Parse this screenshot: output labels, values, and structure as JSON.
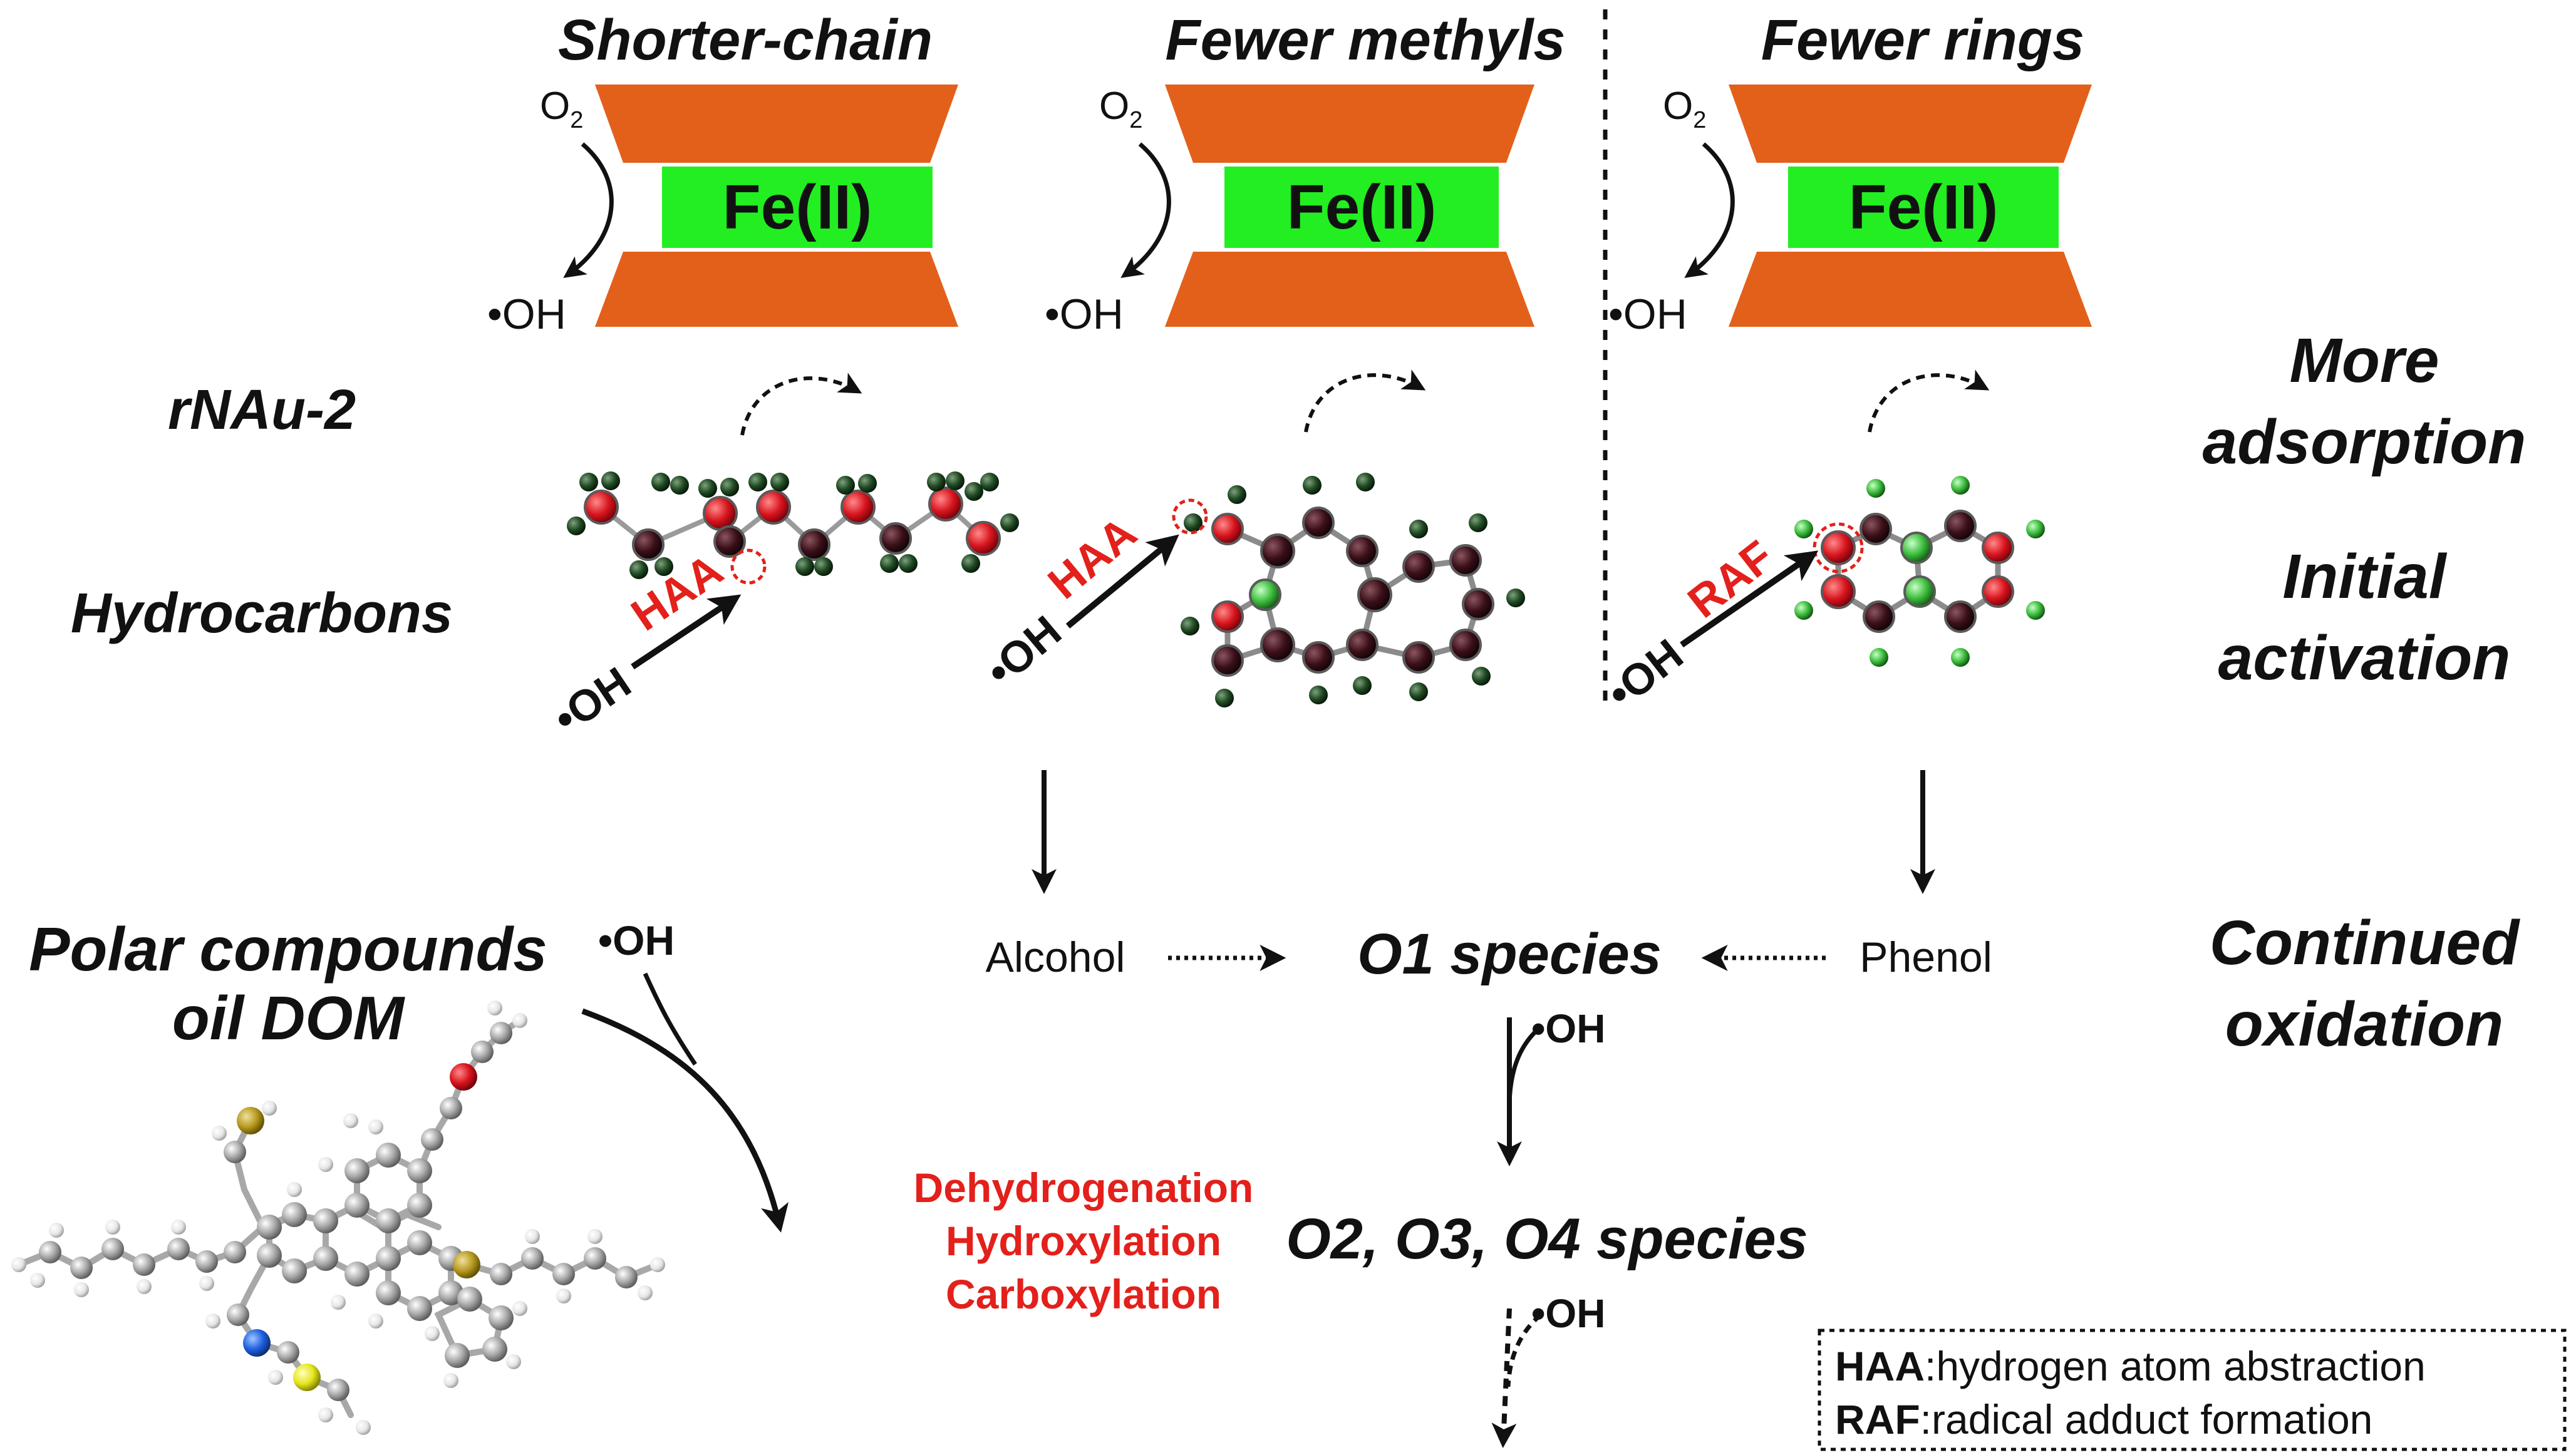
{
  "columns": [
    {
      "header": "Shorter-chain",
      "o2": "O",
      "o2_sub": "2",
      "fe": "Fe(II)",
      "oh": "•OH",
      "mechanism": "HAA",
      "attacker": "•OH"
    },
    {
      "header": "Fewer methyls",
      "o2": "O",
      "o2_sub": "2",
      "fe": "Fe(II)",
      "oh": "•OH",
      "mechanism": "HAA",
      "attacker": "•OH"
    },
    {
      "header": "Fewer rings",
      "o2": "O",
      "o2_sub": "2",
      "fe": "Fe(II)",
      "oh": "•OH",
      "mechanism": "RAF",
      "attacker": "•OH"
    }
  ],
  "left_labels": {
    "rnau": "rNAu-2",
    "hydrocarbons": "Hydrocarbons",
    "polar_line1": "Polar compounds",
    "polar_line2": "oil DOM",
    "polar_oh": "•OH"
  },
  "right_labels": {
    "more_line1": "More",
    "more_line2": "adsorption",
    "initial_line1": "Initial",
    "initial_line2": "activation",
    "continued_line1": "Continued",
    "continued_line2": "oxidation"
  },
  "pathway": {
    "alcohol": "Alcohol",
    "o1": "O1 species",
    "phenol": "Phenol",
    "oh_1": "•OH",
    "o234": "O2, O3, O4 species",
    "oh_2": "•OH",
    "reactions": [
      "Dehydrogenation",
      "Hydroxylation",
      "Carboxylation"
    ]
  },
  "legend": [
    {
      "abbr": "HAA",
      "desc": ":hydrogen atom abstraction"
    },
    {
      "abbr": "RAF",
      "desc": ":radical adduct formation"
    }
  ],
  "colors": {
    "fe_box": "#22ee22",
    "trapezoid": "#e3601b",
    "red_text": "#e3201b",
    "atom_red": "#e0202a",
    "atom_dark": "#2a0d12",
    "atom_green": "#3fbf3f",
    "atom_gray": "#9e9e9e"
  }
}
